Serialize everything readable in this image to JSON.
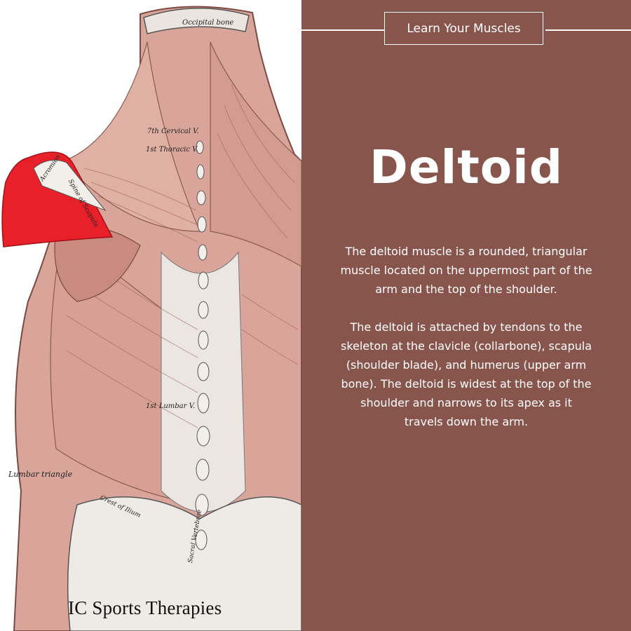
{
  "illustration": {
    "labels": {
      "occipital_bone": "Occipital bone",
      "cervical": "7th Cervical V.",
      "thoracic": "1st Thoracic V.",
      "lumbar": "1st Lumbar V.",
      "acromion": "Acromion",
      "spine_of_scapula": "Spine of Scapula",
      "lumbar_triangle": "Lumbar triangle",
      "crest_of_ilium": "Crest of Ilium",
      "sacral_vertebrae": "Sacral Vertebrae"
    },
    "highlight_color": "#e8202a",
    "muscle_color": "#d9a59a"
  },
  "brand": "IC Sports Therapies",
  "panel": {
    "background": "#88554d",
    "header": "Learn Your Muscles",
    "title": "Deltoid",
    "paragraphs": [
      "The deltoid muscle is a rounded, triangular muscle located on the uppermost part of the arm and the top of the shoulder.",
      "The deltoid is attached by tendons to the skeleton at the clavicle (collarbone), scapula (shoulder blade), and humerus (upper arm bone). The deltoid is widest at the top of the shoulder and narrows to its apex as it travels down the arm."
    ]
  }
}
